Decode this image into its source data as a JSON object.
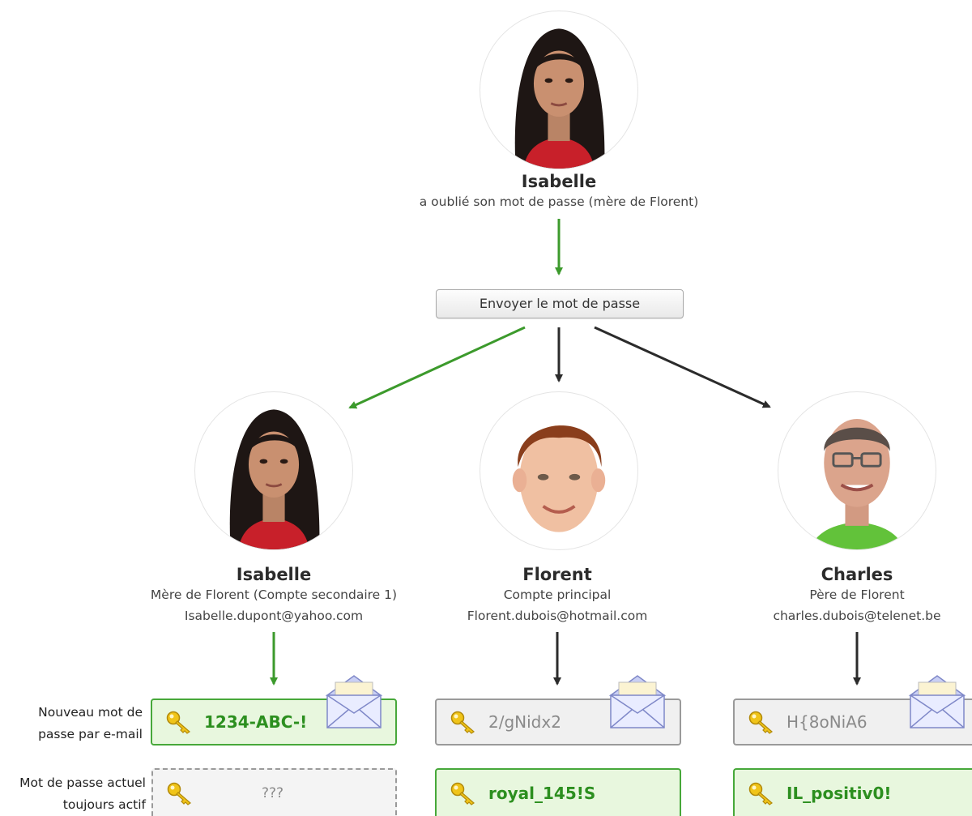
{
  "top": {
    "name": "Isabelle",
    "description": "a oublié son mot de passe (mère de Florent)"
  },
  "send_button": {
    "label": "Envoyer le mot de passe"
  },
  "accounts": [
    {
      "name": "Isabelle",
      "role": "Mère de Florent (Compte secondaire 1)",
      "email": "Isabelle.dupont@yahoo.com",
      "new_password": "1234-ABC-!",
      "current_password": "???"
    },
    {
      "name": "Florent",
      "role": "Compte principal",
      "email": "Florent.dubois@hotmail.com",
      "new_password": "2/gNidx2",
      "current_password": "royal_145!S"
    },
    {
      "name": "Charles",
      "role": "Père de Florent",
      "email": "charles.dubois@telenet.be",
      "new_password": "H{8oNiA6",
      "current_password": "IL_positiv0!"
    }
  ],
  "row_labels": {
    "new_password_line1": "Nouveau mot de",
    "new_password_line2": "passe par e-mail",
    "current_password_line1": "Mot de passe actuel",
    "current_password_line2": "toujours actif"
  },
  "colors": {
    "green": "#47a83a",
    "dark": "#2b2b2b",
    "icons": [
      "key-icon",
      "envelope-icon",
      "avatar-woman",
      "avatar-boy",
      "avatar-man"
    ]
  }
}
